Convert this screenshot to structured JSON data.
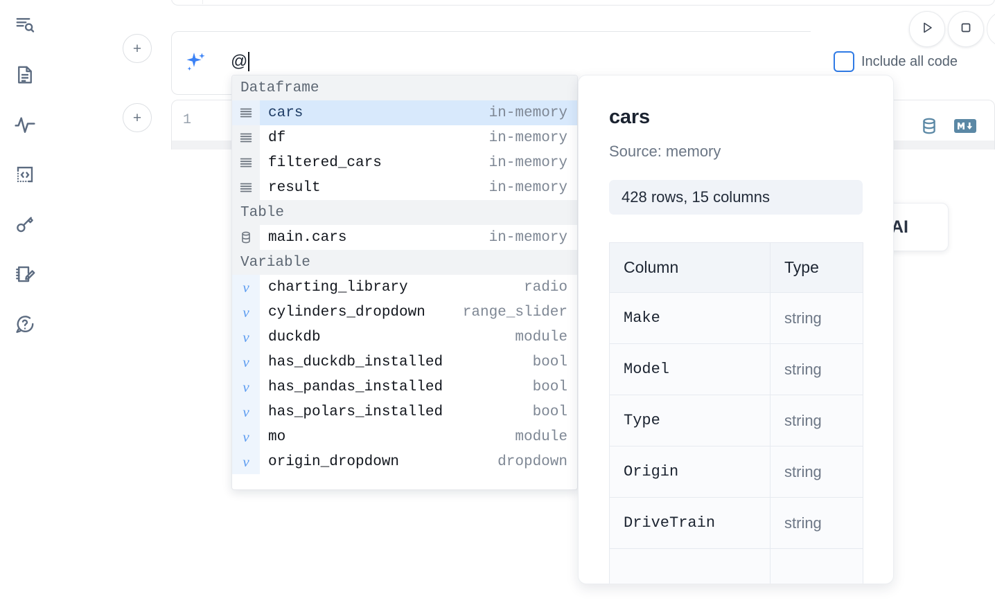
{
  "sidebar": {
    "items": [
      {
        "icon": "file-search-icon",
        "name": "sidebar-item-explore"
      },
      {
        "icon": "document-icon",
        "name": "sidebar-item-notebook"
      },
      {
        "icon": "activity-icon",
        "name": "sidebar-item-activity"
      },
      {
        "icon": "code-snippet-icon",
        "name": "sidebar-item-snippets"
      },
      {
        "icon": "key-icon",
        "name": "sidebar-item-secrets"
      },
      {
        "icon": "scratchpad-icon",
        "name": "sidebar-item-scratchpad"
      },
      {
        "icon": "help-chat-icon",
        "name": "sidebar-item-help"
      }
    ]
  },
  "toolbar": {
    "add_label": "+",
    "run_icon": "play-icon",
    "stop_icon": "stop-icon",
    "include_all_code_label": "Include all code",
    "include_all_code_checked": false,
    "accent_blue": "#2f7ae5"
  },
  "ai_prompt": {
    "icon": "sparkle-icon",
    "value": "@",
    "icon_color": "#3b82f6"
  },
  "code_cell": {
    "line_number": "1",
    "tools": [
      {
        "name": "database-icon",
        "label": "database-icon"
      },
      {
        "name": "markdown-icon",
        "label": "M"
      }
    ],
    "tool_color": "#5b88a5"
  },
  "ai_chip": {
    "text": "AI"
  },
  "autocomplete": {
    "selected_index": 0,
    "highlight_color": "#d8e9fc",
    "groups": [
      {
        "label": "Dataframe",
        "icon": "dataframe-icon",
        "items": [
          {
            "name": "cars",
            "kind": "in-memory",
            "selected": true
          },
          {
            "name": "df",
            "kind": "in-memory",
            "selected": false
          },
          {
            "name": "filtered_cars",
            "kind": "in-memory",
            "selected": false
          },
          {
            "name": "result",
            "kind": "in-memory",
            "selected": false
          }
        ]
      },
      {
        "label": "Table",
        "icon": "table-db-icon",
        "items": [
          {
            "name": "main.cars",
            "kind": "in-memory",
            "selected": false
          }
        ]
      },
      {
        "label": "Variable",
        "icon": "variable-icon",
        "items": [
          {
            "name": "charting_library",
            "kind": "radio",
            "selected": false
          },
          {
            "name": "cylinders_dropdown",
            "kind": "range_slider",
            "selected": false
          },
          {
            "name": "duckdb",
            "kind": "module",
            "selected": false
          },
          {
            "name": "has_duckdb_installed",
            "kind": "bool",
            "selected": false
          },
          {
            "name": "has_pandas_installed",
            "kind": "bool",
            "selected": false
          },
          {
            "name": "has_polars_installed",
            "kind": "bool",
            "selected": false
          },
          {
            "name": "mo",
            "kind": "module",
            "selected": false
          },
          {
            "name": "origin_dropdown",
            "kind": "dropdown",
            "selected": false
          }
        ]
      }
    ]
  },
  "doc_panel": {
    "title": "cars",
    "source_label": "Source: memory",
    "shape_label": "428 rows, 15 columns",
    "table": {
      "headers": [
        "Column",
        "Type"
      ],
      "rows": [
        {
          "column": "Make",
          "type": "string"
        },
        {
          "column": "Model",
          "type": "string"
        },
        {
          "column": "Type",
          "type": "string"
        },
        {
          "column": "Origin",
          "type": "string"
        },
        {
          "column": "DriveTrain",
          "type": "string"
        },
        {
          "column": "",
          "type": ""
        }
      ]
    }
  }
}
